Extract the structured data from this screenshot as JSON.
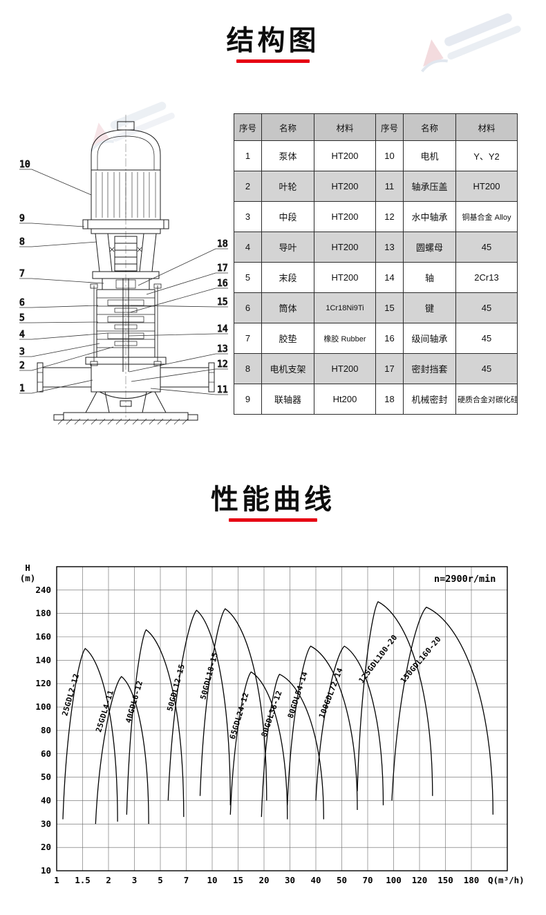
{
  "page": {
    "background": "#ffffff"
  },
  "structure_section": {
    "title": "结构图",
    "underline_color": "#e60012"
  },
  "performance_section": {
    "title": "性能曲线",
    "underline_color": "#e60012"
  },
  "parts_table": {
    "headers": [
      "序号",
      "名称",
      "材料",
      "序号",
      "名称",
      "材料"
    ],
    "rows": [
      [
        "1",
        "泵体",
        "HT200",
        "10",
        "电机",
        "Y、Y2"
      ],
      [
        "2",
        "叶轮",
        "HT200",
        "11",
        "轴承压盖",
        "HT200"
      ],
      [
        "3",
        "中段",
        "HT200",
        "12",
        "水中轴承",
        "铜基合金 Alloy"
      ],
      [
        "4",
        "导叶",
        "HT200",
        "13",
        "圆螺母",
        "45"
      ],
      [
        "5",
        "末段",
        "HT200",
        "14",
        "轴",
        "2Cr13"
      ],
      [
        "6",
        "筒体",
        "1Cr18Ni9Ti",
        "15",
        "键",
        "45"
      ],
      [
        "7",
        "胶垫",
        "橡胶 Rubber",
        "16",
        "级间轴承",
        "45"
      ],
      [
        "8",
        "电机支架",
        "HT200",
        "17",
        "密封挡套",
        "45"
      ],
      [
        "9",
        "联轴器",
        "Ht200",
        "18",
        "机械密封",
        "硬质合金对碳化硅"
      ]
    ],
    "header_bg": "#c6c6c6",
    "alt_row_bg": "#d4d4d4"
  },
  "drawing": {
    "callouts_left": [
      "10",
      "9",
      "8",
      "7",
      "6",
      "5",
      "4",
      "3",
      "2",
      "1"
    ],
    "callouts_right": [
      "18",
      "17",
      "16",
      "15",
      "14",
      "13",
      "12",
      "11"
    ]
  },
  "chart_data": {
    "type": "line",
    "title": "",
    "annotation": "n=2900r/min",
    "x_axis_label": "Q(m³/h)",
    "y_axis_label_lines": [
      "H",
      "(m)"
    ],
    "x_ticks": [
      1,
      1.5,
      2,
      3,
      5,
      7,
      10,
      15,
      20,
      30,
      40,
      50,
      70,
      100,
      120,
      150,
      180
    ],
    "y_ticks": [
      10,
      20,
      30,
      40,
      50,
      60,
      80,
      100,
      120,
      140,
      160,
      180,
      240
    ],
    "grid": true,
    "units": {
      "q": "m³/h",
      "h": "m"
    },
    "series": [
      {
        "name": "25GDL2-12",
        "foot": [
          1.12,
          32
        ],
        "apex": [
          1.55,
          150
        ],
        "end": [
          2.35,
          31
        ],
        "label_at": [
          1.2,
          92
        ],
        "label_angle": -74
      },
      {
        "name": "25GDL4-11",
        "foot": [
          1.75,
          30
        ],
        "apex": [
          2.5,
          126
        ],
        "end": [
          4.1,
          30
        ],
        "label_at": [
          1.85,
          78
        ],
        "label_angle": -73
      },
      {
        "name": "40GDL6-12",
        "foot": [
          2.7,
          34
        ],
        "apex": [
          3.9,
          166
        ],
        "end": [
          6.8,
          33
        ],
        "label_at": [
          2.85,
          86
        ],
        "label_angle": -74
      },
      {
        "name": "50GDL12-15",
        "foot": [
          5.6,
          40
        ],
        "apex": [
          8.2,
          188
        ],
        "end": [
          13.5,
          38
        ],
        "label_at": [
          5.9,
          96
        ],
        "label_angle": -75
      },
      {
        "name": "50GDL18-15",
        "foot": [
          8.6,
          42
        ],
        "apex": [
          12.5,
          192
        ],
        "end": [
          21,
          40
        ],
        "label_at": [
          9.2,
          106
        ],
        "label_angle": -75
      },
      {
        "name": "65GDL24-12",
        "foot": [
          13.5,
          34
        ],
        "apex": [
          17.5,
          130
        ],
        "end": [
          29,
          32
        ],
        "label_at": [
          14.3,
          72
        ],
        "label_angle": -73
      },
      {
        "name": "80GDL36-12",
        "foot": [
          19.5,
          33
        ],
        "apex": [
          26,
          128
        ],
        "end": [
          43,
          32
        ],
        "label_at": [
          20.8,
          74
        ],
        "label_angle": -71
      },
      {
        "name": "80GDL54-14",
        "foot": [
          29,
          38
        ],
        "apex": [
          38,
          152
        ],
        "end": [
          62,
          36
        ],
        "label_at": [
          31,
          90
        ],
        "label_angle": -72
      },
      {
        "name": "100GDL72-14",
        "foot": [
          40,
          40
        ],
        "apex": [
          52,
          152
        ],
        "end": [
          88,
          38
        ],
        "label_at": [
          43,
          90
        ],
        "label_angle": -69
      },
      {
        "name": "125GDL100-20",
        "foot": [
          62,
          44
        ],
        "apex": [
          82,
          210
        ],
        "end": [
          135,
          42
        ],
        "label_at": [
          66,
          120
        ],
        "label_angle": -53
      },
      {
        "name": "150GDL160-20",
        "foot": [
          98,
          40
        ],
        "apex": [
          128,
          196
        ],
        "end": [
          205,
          34
        ],
        "label_at": [
          108,
          120
        ],
        "label_angle": -50
      }
    ]
  }
}
